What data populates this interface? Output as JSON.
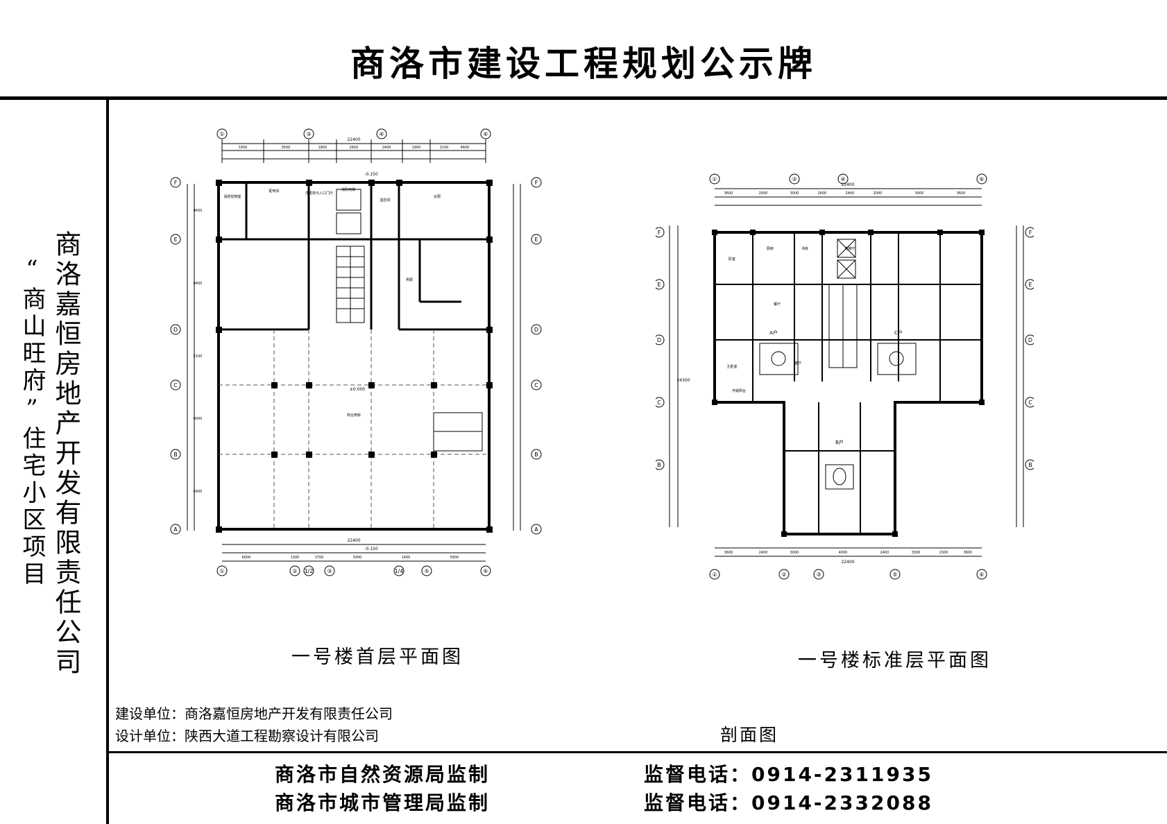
{
  "board": {
    "title": "商洛市建设工程规划公示牌"
  },
  "side": {
    "developer": "商洛嘉恒房地产开发有限责任公司",
    "project": "“商山旺府”住宅小区项目"
  },
  "plans": {
    "ground_floor": {
      "caption": "一号楼首层平面图",
      "grid_top": [
        "①",
        "③",
        "④",
        "⑥"
      ],
      "grid_bottom": [
        "①",
        "②",
        "1/2",
        "③",
        "1/4",
        "⑤",
        "⑥"
      ],
      "grid_left": [
        "F",
        "E",
        "D",
        "C",
        "B",
        "A"
      ],
      "overall_width": "22400",
      "dims_top": [
        "3300",
        "3500",
        "1800",
        "2600",
        "2400",
        "1900",
        "2100",
        "4600"
      ],
      "dims_bottom": [
        "6000",
        "1300",
        "1700",
        "5900",
        "1400",
        "5900"
      ],
      "dims_left": [
        "4600",
        "8400",
        "5100",
        "6000",
        "6900"
      ],
      "level_top": "-0.150",
      "level_mid": "±0.000",
      "level_bottom": "-0.150",
      "rooms": [
        "消防控制室",
        "配电间",
        "住宅单元入口门厅",
        "消防电梯",
        "监控间",
        "女厕",
        "男厕",
        "商业用房"
      ]
    },
    "standard_floor": {
      "caption": "一号楼标准层平面图",
      "grid_top": [
        "①",
        "③",
        "④",
        "⑥"
      ],
      "grid_bottom": [
        "①",
        "②",
        "③",
        "⑤",
        "⑥"
      ],
      "grid_left": [
        "F",
        "E",
        "D",
        "C",
        "B"
      ],
      "overall_width": "22400",
      "overall_height": "24300",
      "dims_top": [
        "3600",
        "2000",
        "3000",
        "2600",
        "2400",
        "2000",
        "3000",
        "3600"
      ],
      "dims_bottom": [
        "3600",
        "2400",
        "3000",
        "4000",
        "2400",
        "3300",
        "2300",
        "3600"
      ],
      "units": [
        "A户",
        "B户",
        "C户"
      ],
      "rooms": [
        "卧室",
        "厨房",
        "书房",
        "餐厅",
        "客厅",
        "主卧室",
        "开敞阳台",
        "电梯厅"
      ]
    }
  },
  "info": {
    "builder": "建设单位：商洛嘉恒房地产开发有限责任公司",
    "designer": "设计单位：陕西大道工程勘察设计有限公司"
  },
  "section_label": "剖面图",
  "footer": {
    "supervisor1": "商洛市自然资源局监制",
    "supervisor2": "商洛市城市管理局监制",
    "phone1": "监督电话：0914-2311935",
    "phone2": "监督电话：0914-2332088"
  }
}
